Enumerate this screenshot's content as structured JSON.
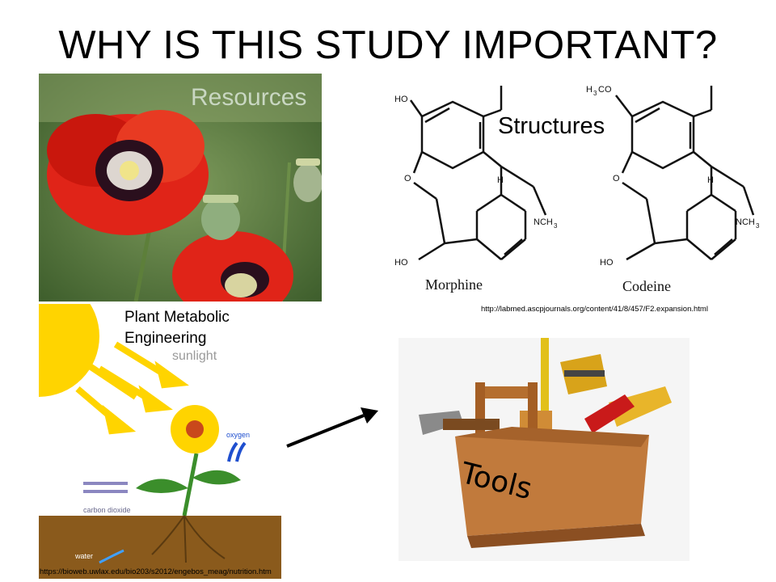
{
  "slide": {
    "title": "WHY IS THIS STUDY IMPORTANT?",
    "resources_label": "Resources",
    "structures_label": "Structures",
    "molecule_names": [
      "Morphine",
      "Codeine"
    ],
    "labmed_url": "http://labmed.ascpjournals.org/content/41/8/457/F2.expansion.html",
    "pme_label_line1": "Plant Metabolic",
    "pme_label_line2": "Engineering",
    "sunlight_label": "sunlight",
    "oxygen_label": "oxygen",
    "co2_label": "carbon dioxide",
    "water_label": "water",
    "bioweb_url": "https://bioweb.uwlax.edu/bio203/s2012/engebos_meag/nutrition.htm",
    "tools_label": "Tools"
  },
  "colors": {
    "poppy_red": "#e02418",
    "sun_yellow": "#ffd400",
    "soil": "#8a5a1c",
    "box_wood": "#c17a3c"
  }
}
